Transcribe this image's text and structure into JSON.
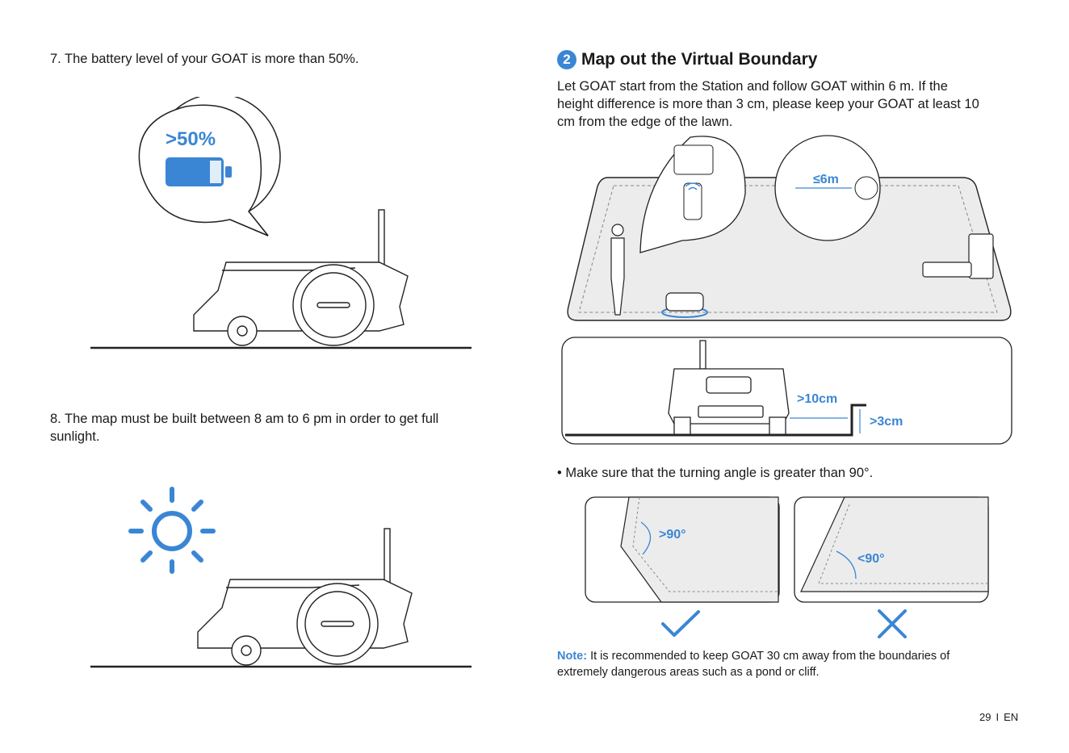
{
  "left": {
    "item7": "7. The battery level of your GOAT is more than 50%.",
    "battery_label": ">50%",
    "item8_line1": "8. The map must be built between 8 am to 6 pm in order to get full",
    "item8_line2": "sunlight."
  },
  "right": {
    "step_number": "2",
    "heading": "Map out the Virtual Boundary",
    "para_line1": "Let GOAT start from the Station and follow GOAT within 6 m. If the",
    "para_line2": "height difference is more than 3 cm, please keep your GOAT at least 10",
    "para_line3": "cm from the edge of the lawn.",
    "distance_label": "≤6m",
    "edge_gap_label": ">10cm",
    "height_label": ">3cm",
    "bullet": "• Make sure that the turning angle is greater than 90°.",
    "angle_ok_label": ">90°",
    "angle_bad_label": "<90°",
    "note_label": "Note:",
    "note_line1": " It is recommended to keep GOAT 30 cm away from the boundaries of",
    "note_line2": "extremely dangerous areas such as a pond or cliff."
  },
  "footer": {
    "page": "29",
    "separator": "I",
    "lang": "EN"
  },
  "colors": {
    "accent": "#3a86d4",
    "text": "#1a1a1a",
    "lawn": "#ececec"
  },
  "icons": [
    "battery-icon",
    "sun-icon",
    "check-icon",
    "cross-icon",
    "wifi-icon"
  ]
}
